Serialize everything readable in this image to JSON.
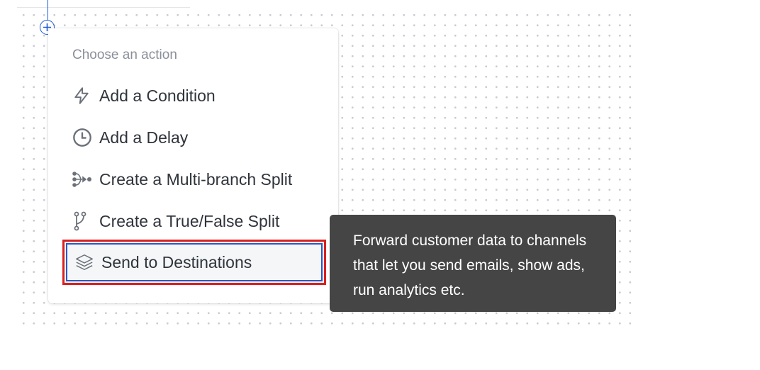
{
  "menu": {
    "title": "Choose an action",
    "items": [
      {
        "label": "Add a Condition",
        "icon": "lightning-icon"
      },
      {
        "label": "Add a Delay",
        "icon": "clock-icon"
      },
      {
        "label": "Create a Multi-branch Split",
        "icon": "multi-branch-icon"
      },
      {
        "label": "Create a True/False Split",
        "icon": "branch-split-icon"
      },
      {
        "label": "Send to Destinations",
        "icon": "layers-icon",
        "selected": true
      }
    ]
  },
  "tooltip": {
    "text": "Forward customer data to channels that let you send emails, show ads, run analytics etc."
  },
  "colors": {
    "accent": "#1e5ad6",
    "highlight_outer": "#d9211f",
    "highlight_inner": "#2b57c5",
    "tooltip_bg": "#454545"
  }
}
